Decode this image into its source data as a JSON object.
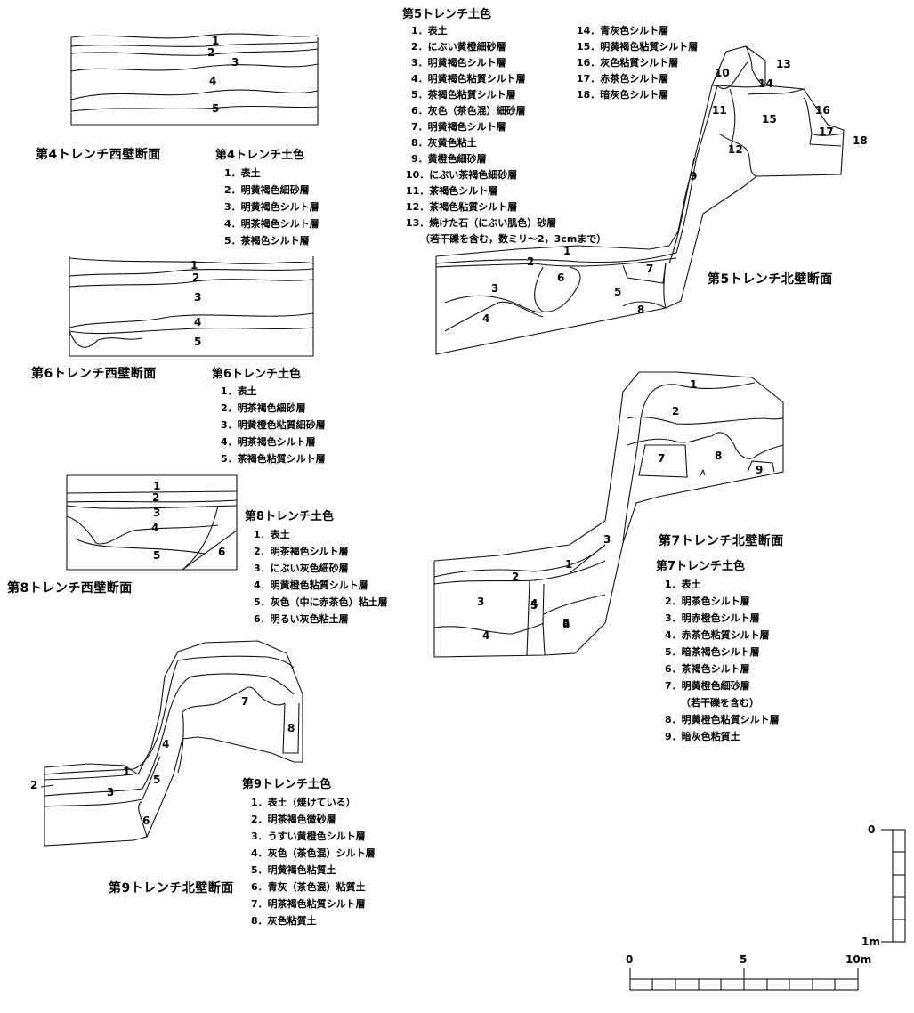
{
  "sections": [
    {
      "id": "t4",
      "title": "第4トレンチ西壁断面",
      "legend_title": "第4トレンチ土色",
      "legend": [
        "1．表土",
        "2．明黄褐色細砂層",
        "3．明黄褐色シルト層",
        "4．明茶褐色シルト層",
        "5．茶褐色シルト層"
      ],
      "layer_labels": [
        "1",
        "2",
        "3",
        "4",
        "5"
      ]
    },
    {
      "id": "t6",
      "title": "第6トレンチ西壁断面",
      "legend_title": "第6トレンチ土色",
      "legend": [
        "1．表土",
        "2．明茶褐色細砂層",
        "3．明黄橙色粘質細砂層",
        "4．明茶褐色シルト層",
        "5．茶褐色粘質シルト層"
      ],
      "layer_labels": [
        "1",
        "2",
        "3",
        "4",
        "5"
      ]
    },
    {
      "id": "t8",
      "title": "第8トレンチ西壁断面",
      "legend_title": "第8トレンチ土色",
      "legend": [
        "1．表土",
        "2．明茶褐色シルト層",
        "3．にぶい灰色細砂層",
        "4．明黄橙色粘質シルト層",
        "5．灰色（中に赤茶色）粘土層",
        "6．明るい灰色粘土層"
      ],
      "layer_labels": [
        "1",
        "2",
        "3",
        "4",
        "5",
        "6"
      ]
    },
    {
      "id": "t5",
      "title": "第5トレンチ北壁断面",
      "legend_title": "第5トレンチ土色",
      "legend": [
        "1．表土",
        "2．にぶい黄橙細砂層",
        "3．明黄褐色シルト層",
        "4．明黄褐色粘質シルト層",
        "5．茶褐色粘質シルト層",
        "6．灰色（茶色混）細砂層",
        "7．明黄褐色シルト層",
        "8．灰黄色粘土",
        "9．黄橙色細砂層",
        "10．にぶい茶褐色細砂層",
        "11．茶褐色シルト層",
        "12．茶褐色粘質シルト層",
        "13．焼けた石（にぶい肌色）砂層",
        "（若干礫を含む，数ミリ～2，3cmまで）",
        "14．青灰色シルト層",
        "15．明黄褐色粘質シルト層",
        "16．灰色粘質シルト層",
        "17．赤茶色シルト層",
        "18．暗灰色シルト層"
      ],
      "layer_labels": [
        "1",
        "2",
        "3",
        "4",
        "5",
        "6",
        "7",
        "8",
        "9",
        "10",
        "11",
        "12",
        "13",
        "14",
        "15",
        "16",
        "17",
        "18"
      ]
    },
    {
      "id": "t7",
      "title": "第7トレンチ北壁断面",
      "legend_title": "第7トレンチ土色",
      "legend": [
        "1．表土",
        "2．明茶色シルト層",
        "3．明赤橙色シルト層",
        "4．赤茶色粘質シルト層",
        "5．暗茶褐色シルト層",
        "6．茶褐色シルト層",
        "7．明黄橙色細砂層",
        "（若干礫を含む）",
        "8．明黄橙色粘質シルト層",
        "9．暗灰色粘質土"
      ],
      "layer_labels": [
        "1",
        "2",
        "3",
        "4",
        "5",
        "6",
        "7",
        "8",
        "9",
        "1",
        "2",
        "3",
        "4",
        "5",
        "6"
      ]
    },
    {
      "id": "t9",
      "title": "第9トレンチ北壁断面",
      "legend_title": "第9トレンチ土色",
      "legend": [
        "1．表土（焼けている）",
        "2．明茶褐色微砂層",
        "3．うすい黄橙色シルト層",
        "4．灰色（茶色混）シルト層",
        "5．明黄褐色粘質土",
        "6．青灰（茶色混）粘質土",
        "7．明茶褐色粘質シルト層",
        "8．灰色粘質土"
      ],
      "layer_labels": [
        "1",
        "2",
        "3",
        "4",
        "5",
        "6",
        "7",
        "8"
      ]
    }
  ],
  "vertical_scale": {
    "top": "0",
    "bottom": "1m"
  },
  "horizontal_scale": {
    "ticks": [
      "0",
      "5",
      "10m"
    ]
  }
}
